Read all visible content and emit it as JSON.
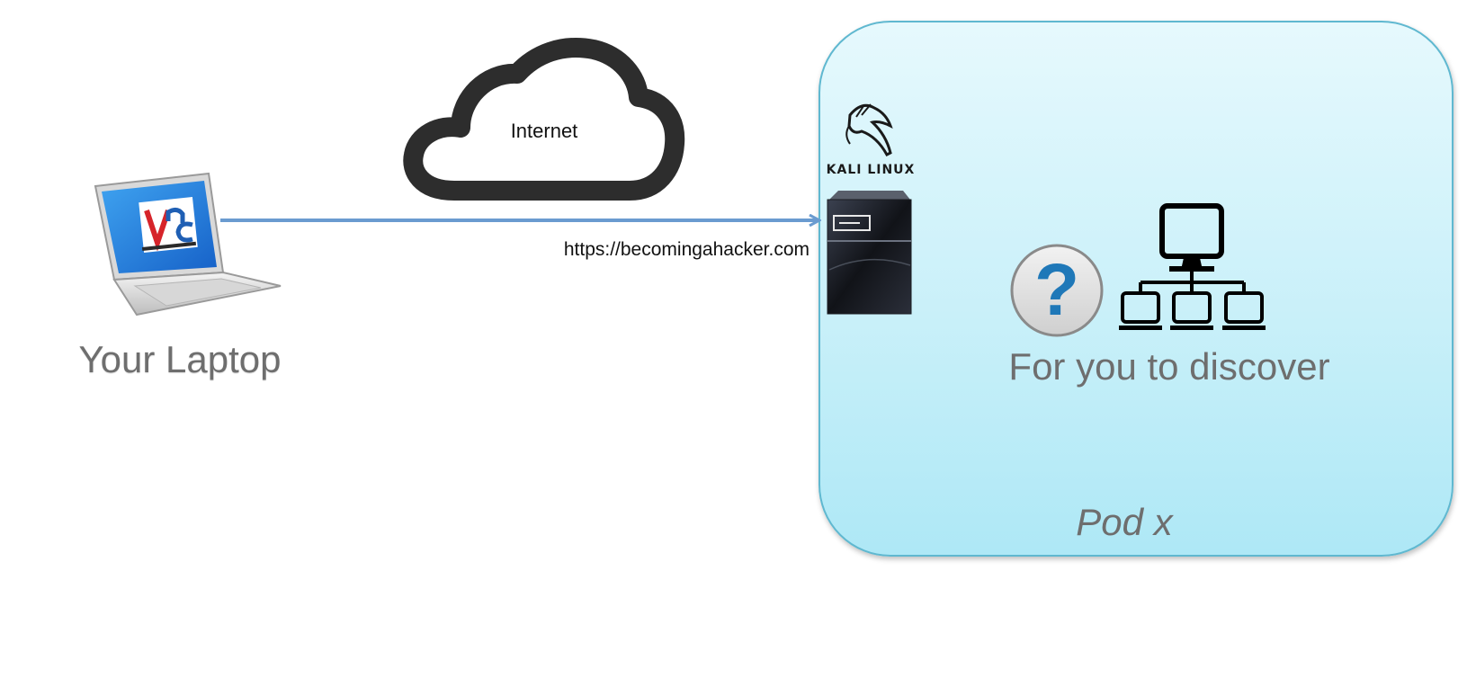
{
  "nodes": {
    "laptop": {
      "label": "Your Laptop",
      "icon": "vnc-laptop-icon"
    },
    "internet": {
      "label": "Internet",
      "icon": "cloud-icon"
    },
    "connection": {
      "label": "https://becomingahacker.com"
    },
    "kali": {
      "label": "KALI LINUX",
      "icon": "kali-dragon-icon"
    },
    "server": {
      "icon": "server-icon"
    },
    "discover": {
      "label": "For you to discover",
      "icons": [
        "question-mark-icon",
        "network-topology-icon"
      ]
    },
    "pod": {
      "label": "Pod x"
    }
  },
  "colors": {
    "pod_border": "#5fb8d0",
    "pod_fill_top": "#e6f9fd",
    "pod_fill_bottom": "#aee8f6",
    "arrow": "#6a9bd0",
    "label_gray": "#6e6e6e",
    "question_blue": "#1f78b8"
  }
}
